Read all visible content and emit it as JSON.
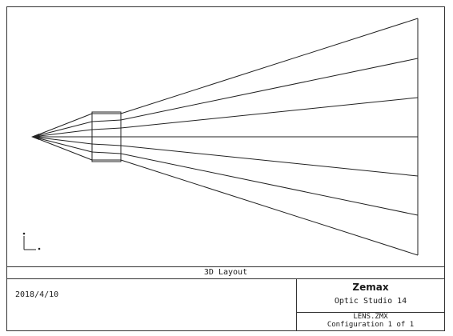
{
  "layout_title": "3D Layout",
  "date": "2018/4/10",
  "brand": {
    "name": "Zemax",
    "product": "Optic Studio 14"
  },
  "file": {
    "name": "LENS.ZMX",
    "configuration": "Configuration 1 of 1"
  },
  "colors": {
    "line": "#222222",
    "border": "#333333",
    "background": "#ffffff"
  }
}
